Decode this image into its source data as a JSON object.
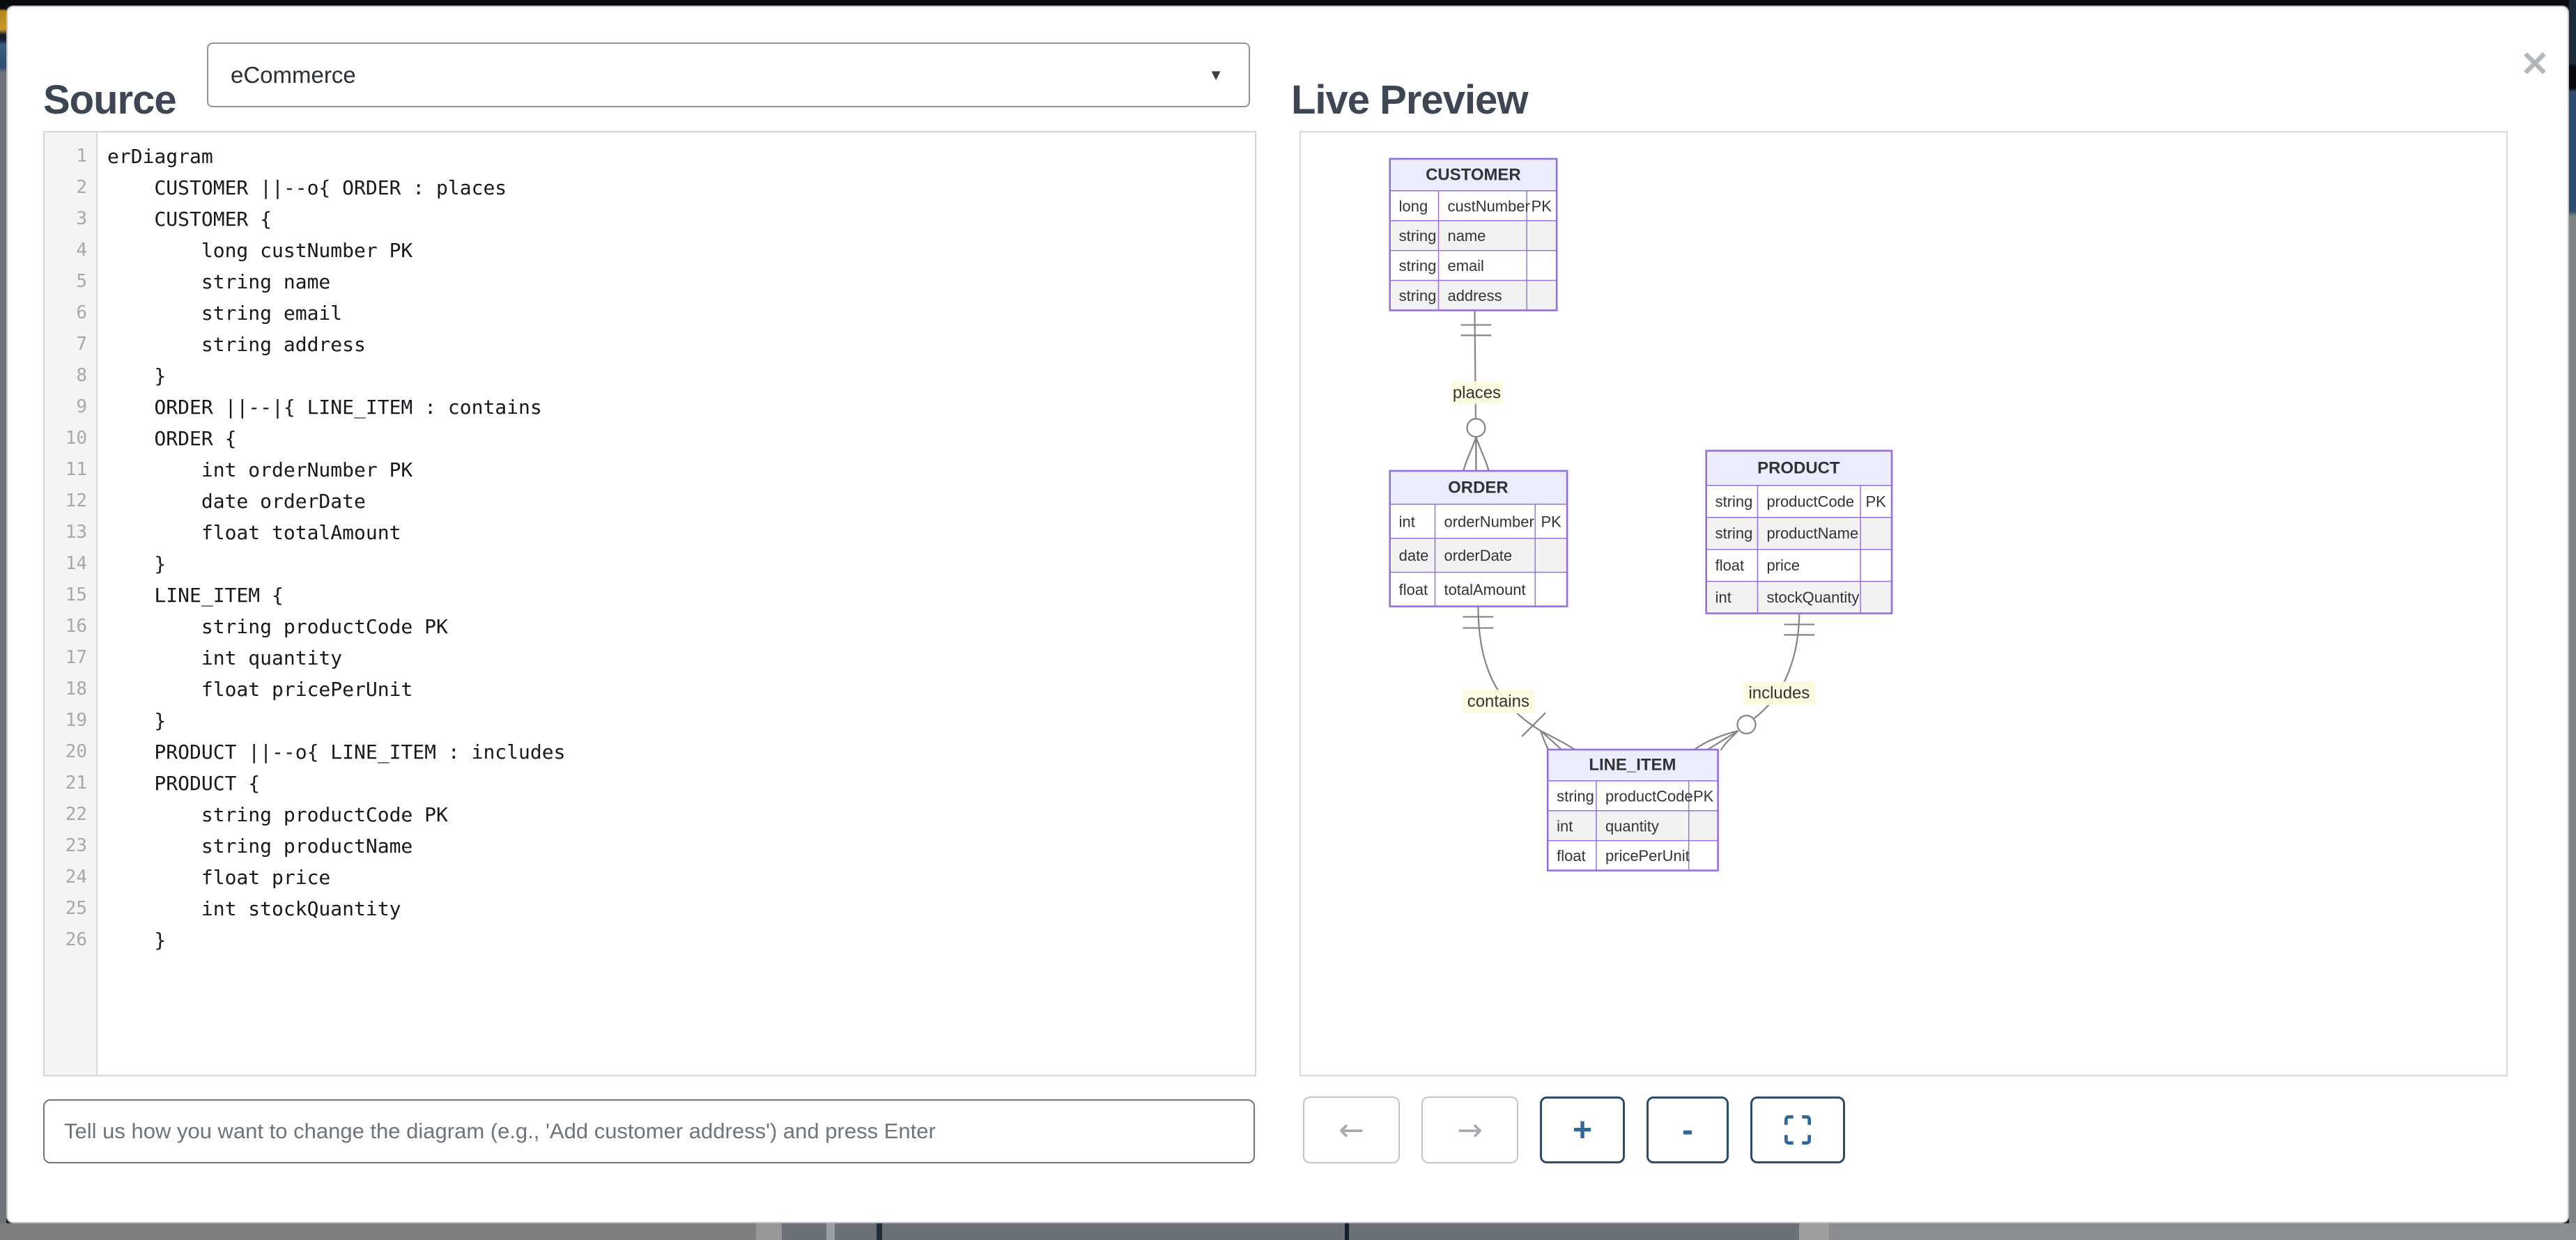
{
  "modal": {
    "left": {
      "title": "Source",
      "select": {
        "value": "eCommerce",
        "caret": "▼"
      },
      "editor": {
        "lines": [
          {
            "n": "1",
            "code": "erDiagram"
          },
          {
            "n": "2",
            "code": "    CUSTOMER ||--o{ ORDER : places"
          },
          {
            "n": "3",
            "code": "    CUSTOMER {"
          },
          {
            "n": "4",
            "code": "        long custNumber PK"
          },
          {
            "n": "5",
            "code": "        string name"
          },
          {
            "n": "6",
            "code": "        string email"
          },
          {
            "n": "7",
            "code": "        string address"
          },
          {
            "n": "8",
            "code": "    }"
          },
          {
            "n": "9",
            "code": "    ORDER ||--|{ LINE_ITEM : contains"
          },
          {
            "n": "10",
            "code": "    ORDER {"
          },
          {
            "n": "11",
            "code": "        int orderNumber PK"
          },
          {
            "n": "12",
            "code": "        date orderDate"
          },
          {
            "n": "13",
            "code": "        float totalAmount"
          },
          {
            "n": "14",
            "code": "    }"
          },
          {
            "n": "15",
            "code": "    LINE_ITEM {"
          },
          {
            "n": "16",
            "code": "        string productCode PK"
          },
          {
            "n": "17",
            "code": "        int quantity"
          },
          {
            "n": "18",
            "code": "        float pricePerUnit"
          },
          {
            "n": "19",
            "code": "    }"
          },
          {
            "n": "20",
            "code": "    PRODUCT ||--o{ LINE_ITEM : includes"
          },
          {
            "n": "21",
            "code": "    PRODUCT {"
          },
          {
            "n": "22",
            "code": "        string productCode PK"
          },
          {
            "n": "23",
            "code": "        string productName"
          },
          {
            "n": "24",
            "code": "        float price"
          },
          {
            "n": "25",
            "code": "        int stockQuantity"
          },
          {
            "n": "26",
            "code": "    }"
          }
        ]
      },
      "prompt": {
        "placeholder": "Tell us how you want to change the diagram (e.g., 'Add customer address') and press Enter"
      }
    },
    "right": {
      "title": "Live Preview",
      "close_glyph": "✕",
      "diagram": {
        "entities": [
          {
            "name": "CUSTOMER",
            "rows": [
              {
                "type": "long",
                "attr": "custNumber",
                "key": "PK"
              },
              {
                "type": "string",
                "attr": "name",
                "key": ""
              },
              {
                "type": "string",
                "attr": "email",
                "key": ""
              },
              {
                "type": "string",
                "attr": "address",
                "key": ""
              }
            ]
          },
          {
            "name": "ORDER",
            "rows": [
              {
                "type": "int",
                "attr": "orderNumber",
                "key": "PK"
              },
              {
                "type": "date",
                "attr": "orderDate",
                "key": ""
              },
              {
                "type": "float",
                "attr": "totalAmount",
                "key": ""
              }
            ]
          },
          {
            "name": "PRODUCT",
            "rows": [
              {
                "type": "string",
                "attr": "productCode",
                "key": "PK"
              },
              {
                "type": "string",
                "attr": "productName",
                "key": ""
              },
              {
                "type": "float",
                "attr": "price",
                "key": ""
              },
              {
                "type": "int",
                "attr": "stockQuantity",
                "key": ""
              }
            ]
          },
          {
            "name": "LINE_ITEM",
            "rows": [
              {
                "type": "string",
                "attr": "productCode",
                "key": "PK"
              },
              {
                "type": "int",
                "attr": "quantity",
                "key": ""
              },
              {
                "type": "float",
                "attr": "pricePerUnit",
                "key": ""
              }
            ]
          }
        ],
        "relationships": [
          {
            "from": "CUSTOMER",
            "to": "ORDER",
            "label": "places",
            "from_marker": "exactly-one",
            "to_marker": "zero-or-many"
          },
          {
            "from": "ORDER",
            "to": "LINE_ITEM",
            "label": "contains",
            "from_marker": "exactly-one",
            "to_marker": "one-or-many"
          },
          {
            "from": "PRODUCT",
            "to": "LINE_ITEM",
            "label": "includes",
            "from_marker": "exactly-one",
            "to_marker": "zero-or-many"
          }
        ],
        "colors": {
          "entity_header_fill": "#ECECFF",
          "entity_border": "#9370DB",
          "row_alt_fill": "#F2F2F2",
          "relationship_line": "#848484",
          "label_background": "#FBFBDE"
        }
      },
      "toolbar": {
        "back": "←",
        "forward": "→",
        "zoom_in": "+",
        "zoom_out": "-",
        "accent_color": "#2B4C6D",
        "icon_color": "#31669B"
      }
    }
  }
}
